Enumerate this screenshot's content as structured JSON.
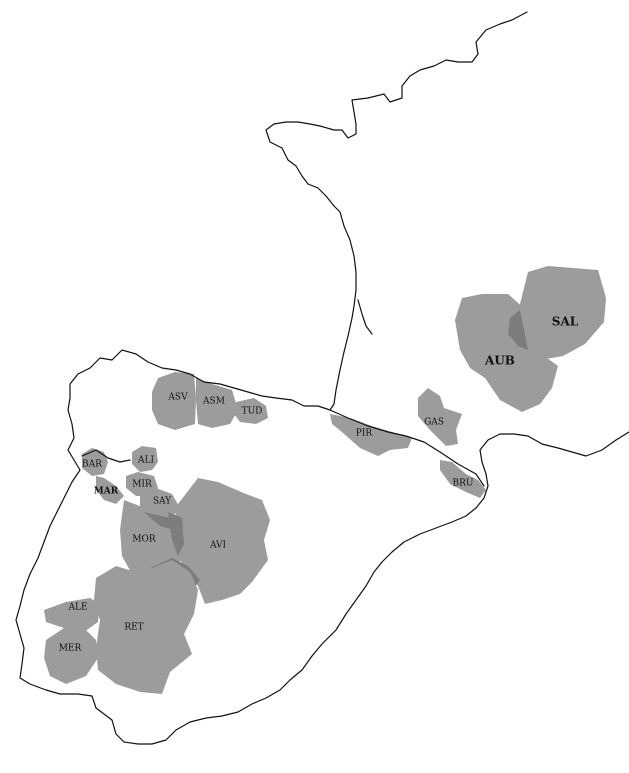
{
  "map": {
    "regions": [
      {
        "code": "SAL",
        "style": "big"
      },
      {
        "code": "AUB",
        "style": "big"
      },
      {
        "code": "ASV",
        "style": "normal"
      },
      {
        "code": "ASM",
        "style": "normal"
      },
      {
        "code": "TUD",
        "style": "normal"
      },
      {
        "code": "PIR",
        "style": "normal"
      },
      {
        "code": "GAS",
        "style": "normal"
      },
      {
        "code": "BRU",
        "style": "normal"
      },
      {
        "code": "BAR",
        "style": "normal"
      },
      {
        "code": "ALI",
        "style": "normal"
      },
      {
        "code": "MIR",
        "style": "normal"
      },
      {
        "code": "MAR",
        "style": "bold"
      },
      {
        "code": "SAY",
        "style": "normal"
      },
      {
        "code": "MOR",
        "style": "normal"
      },
      {
        "code": "AVI",
        "style": "normal"
      },
      {
        "code": "ALE",
        "style": "normal"
      },
      {
        "code": "RET",
        "style": "normal"
      },
      {
        "code": "MER",
        "style": "normal"
      }
    ],
    "colors": {
      "region_fill": "#9c9c9c",
      "overlap_fill": "#7d7d7d",
      "coastline": "#111111",
      "background": "#ffffff"
    }
  }
}
